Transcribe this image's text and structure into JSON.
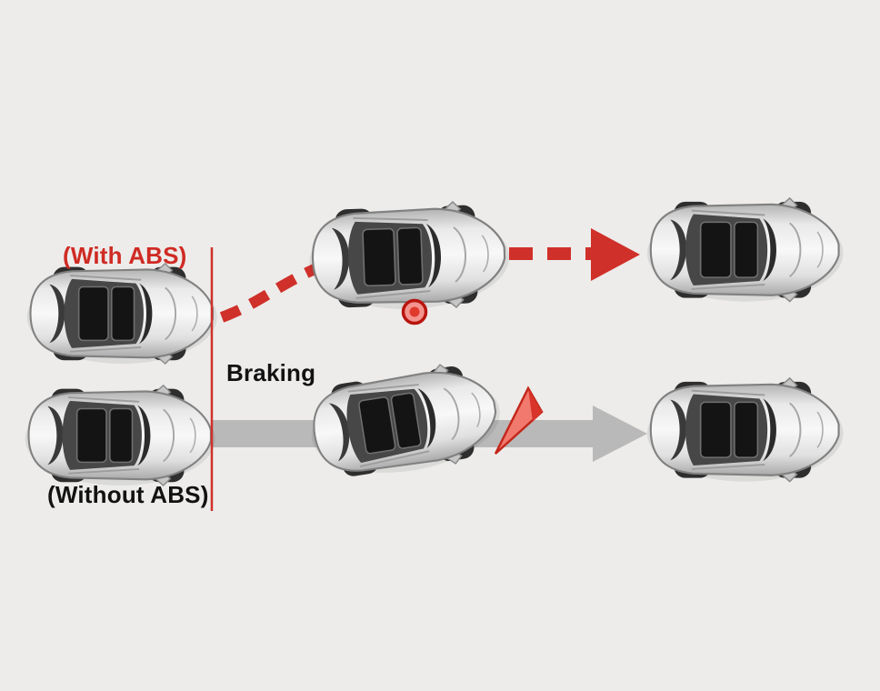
{
  "diagram": {
    "name": "ABS vs non-ABS braking comparison diagram",
    "labels": {
      "with_abs": "(With ABS)",
      "braking": "Braking",
      "without_abs": "(Without ABS)"
    },
    "colors": {
      "abs_red": "#d0302a",
      "skid_gray": "#b9b9b9",
      "background": "#edecea"
    },
    "markers": {
      "obstacle_dot": "red-circle-obstacle-marker",
      "collision_flag": "red-triangle-collision-marker"
    },
    "cars": [
      {
        "id": "with-abs-start",
        "row": "with-abs",
        "position": "start"
      },
      {
        "id": "with-abs-swerving",
        "row": "with-abs",
        "position": "middle"
      },
      {
        "id": "with-abs-end",
        "row": "with-abs",
        "position": "end"
      },
      {
        "id": "without-abs-start",
        "row": "without-abs",
        "position": "start"
      },
      {
        "id": "without-abs-skidding",
        "row": "without-abs",
        "position": "middle"
      },
      {
        "id": "without-abs-end",
        "row": "without-abs",
        "position": "end"
      }
    ]
  }
}
